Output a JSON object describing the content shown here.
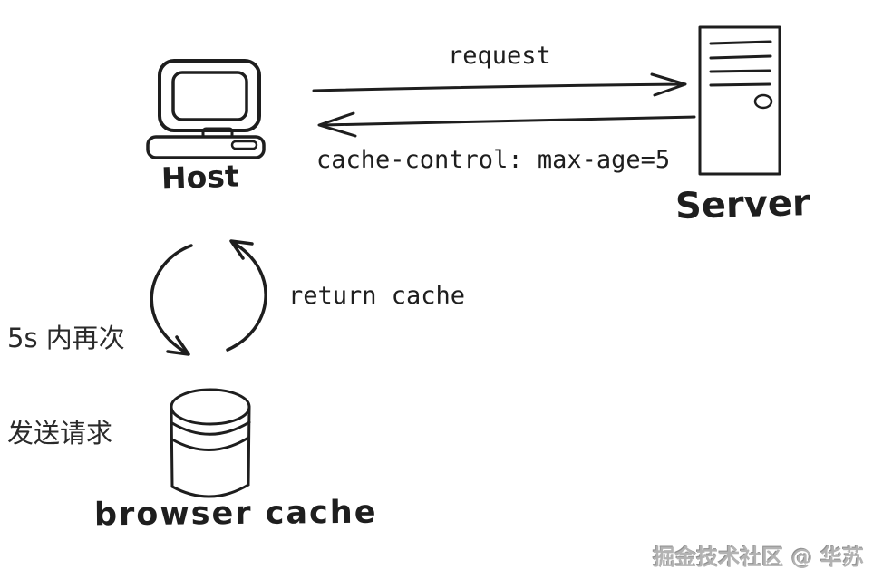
{
  "canvas": {
    "background": "#ffffff",
    "stroke_color": "#1e1e1e"
  },
  "nodes": {
    "host": {
      "label": "Host",
      "icon": "desktop-computer-icon"
    },
    "server": {
      "label": "Server",
      "icon": "server-tower-icon"
    },
    "browser_cache": {
      "label": "browser cache",
      "icon": "database-cylinder-icon"
    }
  },
  "flows": {
    "request": {
      "label": "request",
      "direction": "host-to-server"
    },
    "response": {
      "label": "cache-control: max-age=5",
      "direction": "server-to-host"
    },
    "cache_loop": {
      "note_line1": "5s 内再次",
      "note_line2": "发送请求",
      "label": "return cache"
    }
  },
  "watermark": {
    "text": "掘金技术社区 @ 华苏",
    "color": "#b3b3b3"
  }
}
